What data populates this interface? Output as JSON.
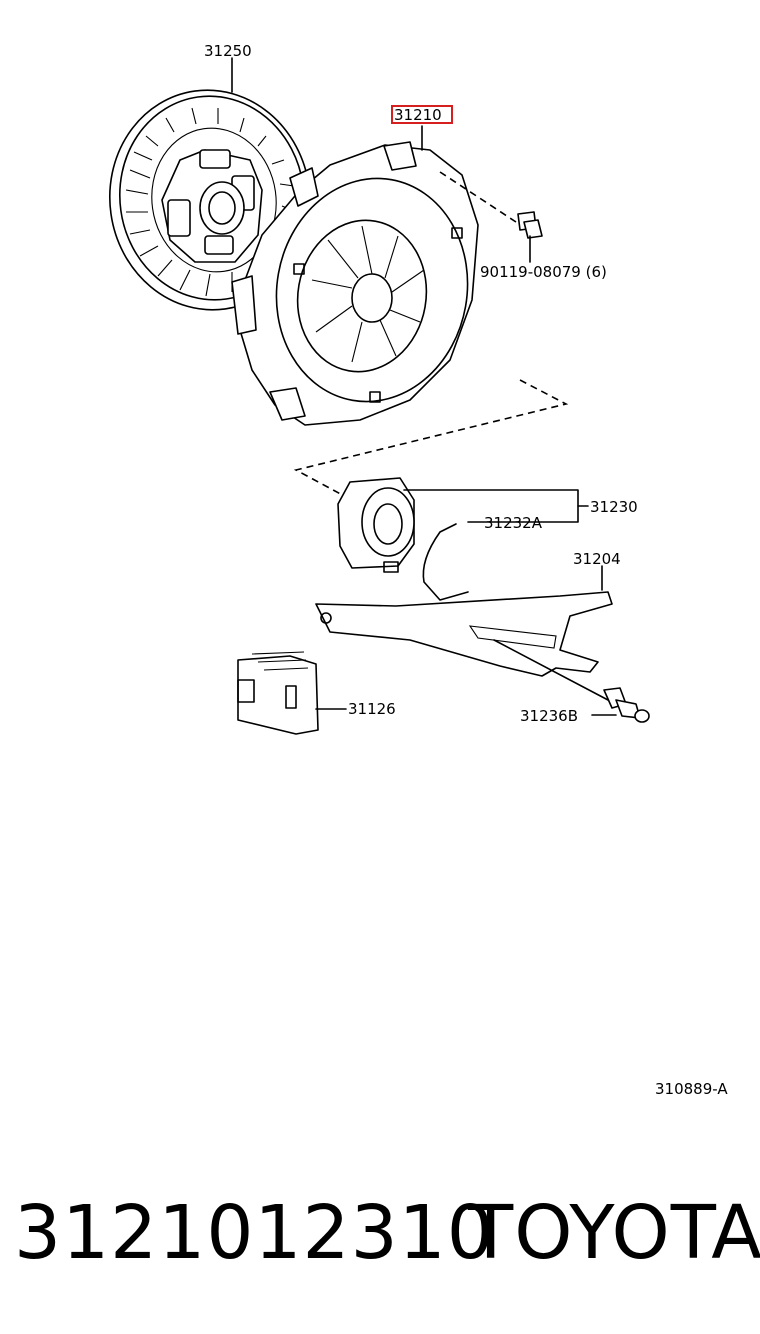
{
  "diagram": {
    "callouts": {
      "disc": "31250",
      "cover": "31210",
      "bolt": "90119-08079 (6)",
      "bearing": "31230",
      "hub": "31232A",
      "fork": "31204",
      "boot": "31126",
      "pivot": "31236B"
    },
    "highlighted_callout": "31210",
    "highlight_color": "#d62020",
    "figure_code": "310889-A"
  },
  "footer": {
    "part_number": "3121012310",
    "brand": "TOYOTA"
  }
}
